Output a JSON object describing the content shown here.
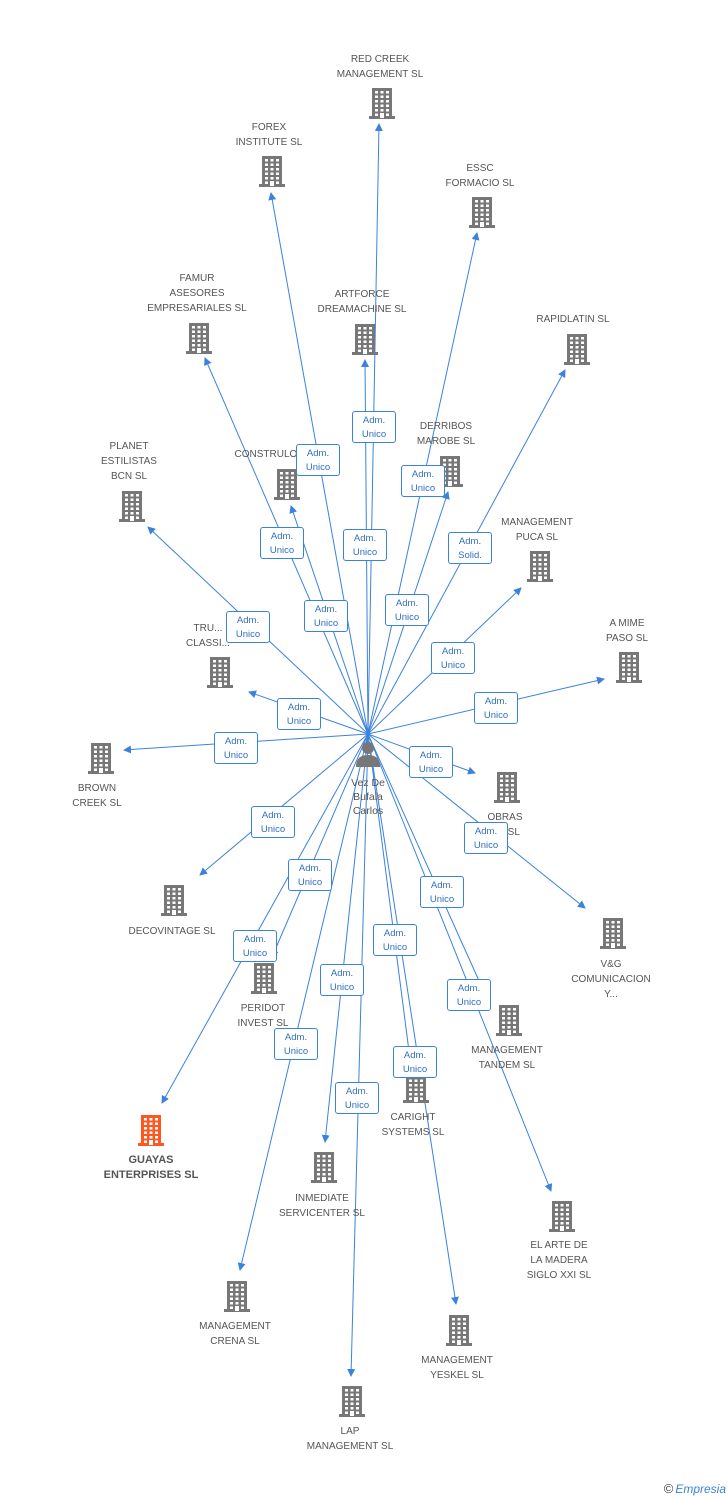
{
  "center": {
    "name": "Vez De\nBufala\nCarlos"
  },
  "colors": {
    "edge": "#3b82dc",
    "building": "#777777",
    "highlight": "#ff5722"
  },
  "footer": {
    "copyright": "©",
    "brand": "Empresia"
  },
  "nodes": [
    {
      "id": "red-creek",
      "label": "RED CREEK\nMANAGEMENT SL"
    },
    {
      "id": "forex",
      "label": "FOREX\nINSTITUTE SL"
    },
    {
      "id": "essc",
      "label": "ESSC\nFORMACIO  SL"
    },
    {
      "id": "famur",
      "label": "FAMUR\nASESORES\nEMPRESARIALES SL"
    },
    {
      "id": "artforce",
      "label": "ARTFORCE\nDREAMACHINE SL"
    },
    {
      "id": "rapidlatin",
      "label": "RAPIDLATIN SL"
    },
    {
      "id": "derribos",
      "label": "DERRIBOS\nMAROBE SL"
    },
    {
      "id": "planet",
      "label": "PLANET\nESTILISTAS\nBCN SL"
    },
    {
      "id": "construlong",
      "label": "CONSTRULONGA SL"
    },
    {
      "id": "management-puca",
      "label": "MANAGEMENT\nPUCA SL"
    },
    {
      "id": "a-mime",
      "label": "A MIME\nPASO SL"
    },
    {
      "id": "trust",
      "label": "TRU...\nCLASSI..."
    },
    {
      "id": "brown-creek",
      "label": "BROWN\nCREEK SL"
    },
    {
      "id": "obras",
      "label": "OBRAS\n...Y SL"
    },
    {
      "id": "decovintage",
      "label": "DECOVINTAGE SL"
    },
    {
      "id": "vg",
      "label": "V&G\nCOMUNICACION\nY..."
    },
    {
      "id": "peridot",
      "label": "PERIDOT\nINVEST SL"
    },
    {
      "id": "management-tandem",
      "label": "MANAGEMENT\nTANDEM SL"
    },
    {
      "id": "guayas",
      "label": "GUAYAS\nENTERPRISES SL",
      "highlight": true
    },
    {
      "id": "caright",
      "label": "CARIGHT\nSYSTEMS SL"
    },
    {
      "id": "inmediate",
      "label": "INMEDIATE\nSERVICENTER SL"
    },
    {
      "id": "el-arte",
      "label": "EL ARTE DE\nLA MADERA\nSIGLO XXI SL"
    },
    {
      "id": "management-crena",
      "label": "MANAGEMENT\nCRENA SL"
    },
    {
      "id": "management-yeskel",
      "label": "MANAGEMENT\nYESKEL SL"
    },
    {
      "id": "lap",
      "label": "LAP\nMANAGEMENT SL"
    }
  ],
  "relations": [
    {
      "to": "artforce",
      "label": "Adm.\nUnico"
    },
    {
      "to": "derribos",
      "label": "Adm.\nUnico"
    },
    {
      "to": "construlong",
      "label": "Adm.\nUnico"
    },
    {
      "to": "rapidlatin",
      "label": "Adm.\nSolid."
    },
    {
      "to": "forex",
      "label": "Adm.\nUnico"
    },
    {
      "to": "red-creek",
      "label": "Adm.\nUnico"
    },
    {
      "to": "famur",
      "label": "Adm.\nUnico"
    },
    {
      "to": "essc",
      "label": "Adm.\nUnico"
    },
    {
      "to": "planet",
      "label": "Adm.\nUnico"
    },
    {
      "to": "management-puca",
      "label": "Adm.\nUnico"
    },
    {
      "to": "a-mime",
      "label": "Adm.\nUnico"
    },
    {
      "to": "trust",
      "label": "Adm.\nUnico"
    },
    {
      "to": "brown-creek",
      "label": "Adm.\nUnico"
    },
    {
      "to": "obras",
      "label": "Adm.\nUnico"
    },
    {
      "to": "vg",
      "label": "Adm.\nUnico"
    },
    {
      "to": "decovintage",
      "label": "Adm.\nUnico"
    },
    {
      "to": "peridot",
      "label": "Adm.\nUnico"
    },
    {
      "to": "el-arte",
      "label": "Adm.\nUnico"
    },
    {
      "to": "guayas",
      "label": "Adm.\nUnico"
    },
    {
      "to": "caright",
      "label": "Adm.\nUnico"
    },
    {
      "to": "inmediate",
      "label": "Adm.\nUnico"
    },
    {
      "to": "management-tandem",
      "label": "Adm.\nUnico"
    },
    {
      "to": "management-crena",
      "label": "Adm.\nUnico"
    },
    {
      "to": "management-yeskel",
      "label": "Adm.\nUnico"
    },
    {
      "to": "lap",
      "label": "Adm.\nUnico"
    }
  ]
}
